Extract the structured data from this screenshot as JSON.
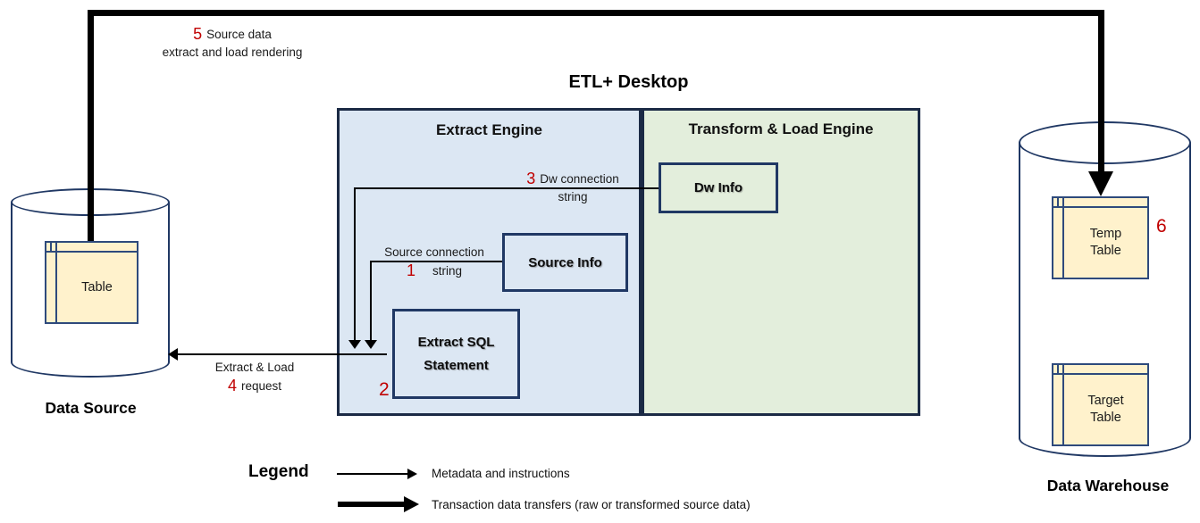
{
  "title": "ETL+ Desktop",
  "engines": {
    "extract": "Extract Engine",
    "transform_load": "Transform & Load Engine"
  },
  "boxes": {
    "dw_info": "Dw Info",
    "source_info": "Source Info",
    "extract_sql": "Extract SQL\nStatement"
  },
  "data_source": {
    "label": "Data Source",
    "table": "Table"
  },
  "data_warehouse": {
    "label": "Data Warehouse",
    "temp_table": "Temp\nTable",
    "target_table": "Target\nTable"
  },
  "annotations": {
    "n1": {
      "num": "1",
      "line1": "Source connection",
      "line2": "string"
    },
    "n2": {
      "num": "2"
    },
    "n3": {
      "num": "3",
      "line1": "Dw connection",
      "line2": "string"
    },
    "n4": {
      "num": "4",
      "line1": "Extract & Load",
      "line2": "request"
    },
    "n5": {
      "num": "5",
      "line1": "Source data",
      "line2": "extract and load rendering"
    },
    "n6": {
      "num": "6"
    }
  },
  "legend": {
    "title": "Legend",
    "thin_label": "Metadata and instructions",
    "thick_label": "Transaction data transfers (raw or transformed  source data)"
  },
  "colors": {
    "navy": "#203864",
    "navy-dark": "#1b2a45",
    "blue-fill": "#dce7f3",
    "green-fill": "#e3eedc",
    "cream": "#fff2cc",
    "red": "#c00000",
    "black": "#000000"
  }
}
